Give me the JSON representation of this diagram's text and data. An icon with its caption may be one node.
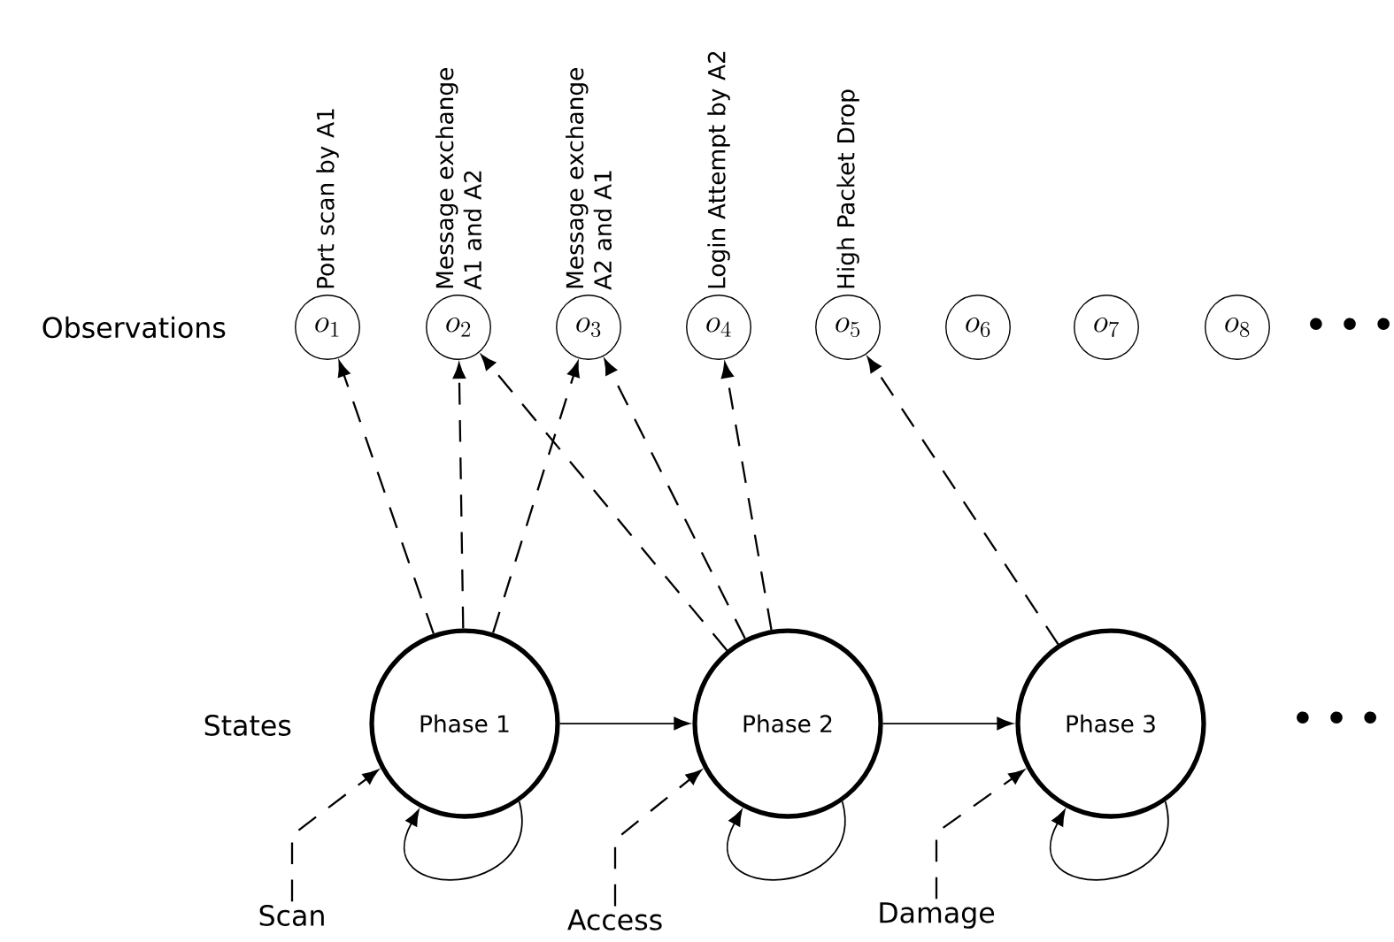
{
  "diagram": {
    "nodes": [
      {
        "text": [
          "o_1"
        ],
        "beside": [
          "Port scan by A1"
        ]
      },
      {
        "text": [
          "o_2"
        ],
        "beside": [
          "Message exchange A1 and A2"
        ]
      },
      {
        "text": [
          "o_3"
        ],
        "beside": [
          "Message exchange A2 and A1"
        ]
      },
      {
        "text": [
          "o_4"
        ],
        "beside": [
          "Login Attempt by A2"
        ]
      },
      {
        "text": [
          "o_5"
        ],
        "beside": [
          "High Packet Drop"
        ]
      },
      {
        "text": [
          "o_6"
        ]
      },
      {
        "text": [
          "o_7"
        ]
      },
      {
        "text": [
          "o_8"
        ]
      },
      {
        "text": [
          "Phase 1"
        ]
      },
      {
        "text": [
          "Phase 2"
        ]
      },
      {
        "text": [
          "Phase 3"
        ]
      },
      {
        "text": [
          "Scan"
        ]
      },
      {
        "text": [
          "Access"
        ]
      },
      {
        "text": [
          "Damage"
        ]
      }
    ],
    "edges": [
      {
        "from": 8,
        "to": 0,
        "arrow": "to",
        "style": "dashed"
      },
      {
        "from": 8,
        "to": 1,
        "arrow": "to",
        "style": "dashed"
      },
      {
        "from": 8,
        "to": 2,
        "arrow": "to",
        "style": "dashed"
      },
      {
        "from": 9,
        "to": 1,
        "arrow": "to",
        "style": "dashed"
      },
      {
        "from": 9,
        "to": 2,
        "arrow": "to",
        "style": "dashed"
      },
      {
        "from": 9,
        "to": 3,
        "arrow": "to",
        "style": "dashed"
      },
      {
        "from": 10,
        "to": 4,
        "arrow": "to",
        "style": "dashed"
      },
      {
        "from": 8,
        "to": 9,
        "arrow": "to"
      },
      {
        "from": 9,
        "to": 10,
        "arrow": "to"
      },
      {
        "from": 8,
        "to": 8,
        "arrow": "to"
      },
      {
        "from": 9,
        "to": 9,
        "arrow": "to"
      },
      {
        "from": 10,
        "to": 10,
        "arrow": "to"
      },
      {
        "from": 11,
        "to": 8,
        "arrow": "to",
        "style": "dashed"
      },
      {
        "from": 12,
        "to": 9,
        "arrow": "to",
        "style": "dashed"
      },
      {
        "from": 13,
        "to": 10,
        "arrow": "to",
        "style": "dashed"
      }
    ],
    "labels": [
      "Observations",
      "• • •",
      "States",
      "• • •"
    ]
  }
}
